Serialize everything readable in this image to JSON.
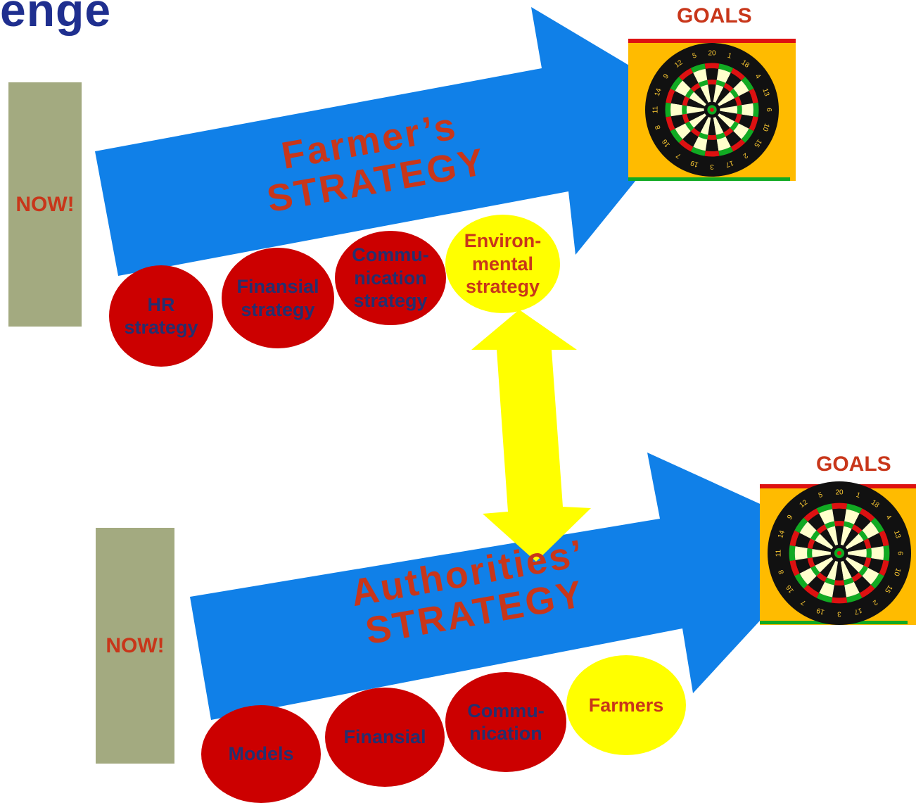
{
  "title": "enge",
  "top": {
    "now_label": "NOW!",
    "goals_label": "GOALS",
    "arrow_label": "Farmer’s\nSTRATEGY",
    "bubbles": [
      {
        "label": "HR\nstrategy",
        "color": "red"
      },
      {
        "label": "Finansial\nstrategy",
        "color": "red"
      },
      {
        "label": "Commu-\nnication\nstrategy",
        "color": "red"
      },
      {
        "label": "Environ-\nmental\nstrategy",
        "color": "yellow"
      }
    ]
  },
  "bottom": {
    "now_label": "NOW!",
    "goals_label": "GOALS",
    "arrow_label": "Authorities’\nSTRATEGY",
    "bubbles": [
      {
        "label": "Models",
        "color": "red"
      },
      {
        "label": "Finansial",
        "color": "red"
      },
      {
        "label": "Commu-\nnication",
        "color": "red"
      },
      {
        "label": "Farmers",
        "color": "yellow"
      }
    ]
  },
  "dartboard_numbers": [
    "20",
    "1",
    "18",
    "4",
    "13",
    "6",
    "10",
    "15",
    "2",
    "17",
    "3",
    "19",
    "7",
    "16",
    "8",
    "11",
    "14",
    "9",
    "12",
    "5"
  ],
  "colors": {
    "arrow_blue": "#1080e8",
    "connector_yellow": "#ffff00",
    "label_red": "#c8361a",
    "bubble_red": "#cc0000",
    "now_box": "#a3aa80",
    "title_blue": "#1f2f8f",
    "target_bg": "#ffbb00"
  }
}
